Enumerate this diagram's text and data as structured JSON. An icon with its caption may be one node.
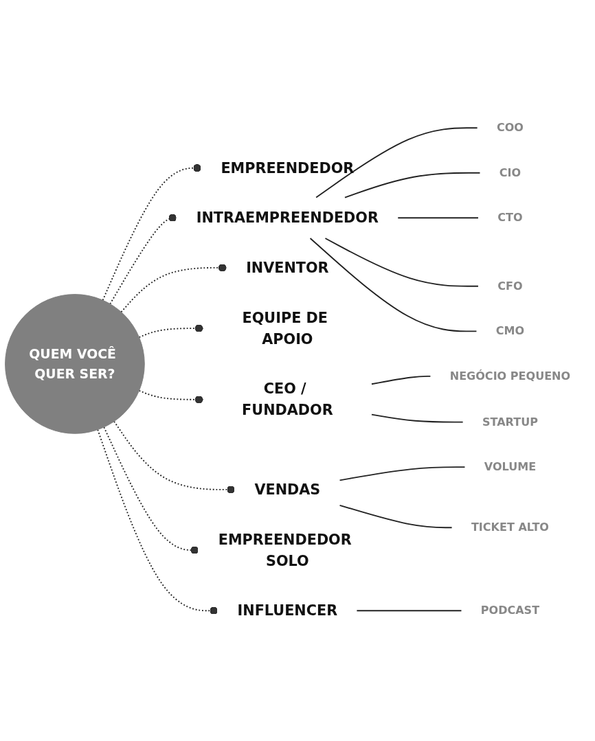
{
  "diagram": {
    "nodes": [
      {
        "text": [
          "EMPREENDEDOR"
        ]
      },
      {
        "text": [
          "INTRAEMPREENDEDOR"
        ]
      },
      {
        "text": [
          "COO"
        ]
      },
      {
        "text": [
          "CIO"
        ]
      },
      {
        "text": [
          "CTO"
        ]
      },
      {
        "text": [
          "CFO"
        ]
      },
      {
        "text": [
          "CMO"
        ]
      },
      {
        "text": [
          "INVENTOR"
        ]
      },
      {
        "text": [
          "EQUIPE DE APOIO"
        ]
      },
      {
        "text": [
          "CEO / FUNDADOR"
        ]
      },
      {
        "text": [
          "QUEM VOCÊ QUER SER?"
        ]
      },
      {
        "text": [
          "NEGÓCIO PEQUENO"
        ]
      },
      {
        "text": [
          "STARTUP"
        ]
      },
      {
        "text": [
          "VENDAS"
        ]
      },
      {
        "text": [
          "EMPREENDEDOR SOLO"
        ]
      },
      {
        "text": [
          "VOLUME"
        ]
      },
      {
        "text": [
          "TICKET ALTO"
        ]
      },
      {
        "text": [
          "INFLUENCER"
        ]
      },
      {
        "text": [
          "PODCAST"
        ]
      }
    ],
    "edges": [
      {
        "from": 10,
        "to": 0,
        "arrow": "other",
        "style": "dashed"
      },
      {
        "from": 10,
        "to": 1,
        "arrow": "other",
        "style": "dashed"
      },
      {
        "from": 10,
        "to": 7,
        "arrow": "other",
        "style": "dashed"
      },
      {
        "from": 10,
        "to": 8,
        "arrow": "other",
        "style": "dashed"
      },
      {
        "from": 10,
        "to": 9,
        "arrow": "other",
        "style": "dashed"
      },
      {
        "from": 10,
        "to": 13,
        "arrow": "other",
        "style": "dashed"
      },
      {
        "from": 10,
        "to": 14,
        "arrow": "other",
        "style": "dashed"
      },
      {
        "from": 10,
        "to": 17,
        "arrow": "other",
        "style": "dashed"
      },
      {
        "from": 1,
        "to": 2,
        "arrow": "none"
      },
      {
        "from": 1,
        "to": 3,
        "arrow": "none"
      },
      {
        "from": 1,
        "to": 4,
        "arrow": "none"
      },
      {
        "from": 1,
        "to": 5,
        "arrow": "none"
      },
      {
        "from": 1,
        "to": 6,
        "arrow": "none"
      },
      {
        "from": 9,
        "to": 11,
        "arrow": "none"
      },
      {
        "from": 9,
        "to": 12,
        "arrow": "none"
      },
      {
        "from": 13,
        "to": 15,
        "arrow": "none"
      },
      {
        "from": 13,
        "to": 16,
        "arrow": "none"
      },
      {
        "from": 17,
        "to": 18,
        "arrow": "none"
      }
    ]
  }
}
